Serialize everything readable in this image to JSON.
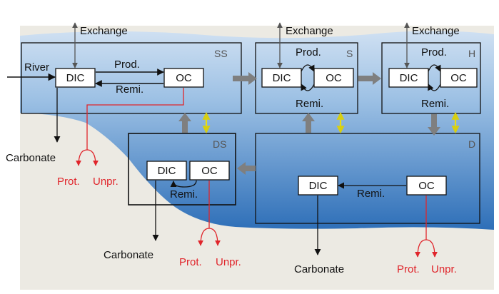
{
  "colors": {
    "water_top": "#cfe0f2",
    "water_deep": "#2e6fb8",
    "seafloor": "#eceae3",
    "flux_gray": "#7f7f7f",
    "exchange_yellow": "#f2ea1e",
    "burial_red": "#e0252b",
    "line_black": "#111111",
    "box_fill": "#ffffff"
  },
  "boxes": {
    "ss": {
      "tag": "SS",
      "dic": "DIC",
      "oc": "OC",
      "river": "River",
      "exchange": "Exchange",
      "prod": "Prod.",
      "remi": "Remi.",
      "carbonate": "Carbonate",
      "prot": "Prot.",
      "unpr": "Unpr."
    },
    "s": {
      "tag": "S",
      "dic": "DIC",
      "oc": "OC",
      "exchange": "Exchange",
      "prod": "Prod.",
      "remi": "Remi."
    },
    "h": {
      "tag": "H",
      "dic": "DIC",
      "oc": "OC",
      "exchange": "Exchange",
      "prod": "Prod.",
      "remi": "Remi."
    },
    "ds": {
      "tag": "DS",
      "dic": "DIC",
      "oc": "OC",
      "remi": "Remi.",
      "carbonate": "Carbonate",
      "prot": "Prot.",
      "unpr": "Unpr."
    },
    "d": {
      "tag": "D",
      "dic": "DIC",
      "oc": "OC",
      "remi": "Remi.",
      "carbonate": "Carbonate",
      "prot": "Prot.",
      "unpr": "Unpr."
    }
  },
  "icons": {
    "gray_flux": "block-arrow-icon",
    "exchange": "double-arrow-icon",
    "burial": "split-arrow-icon"
  }
}
